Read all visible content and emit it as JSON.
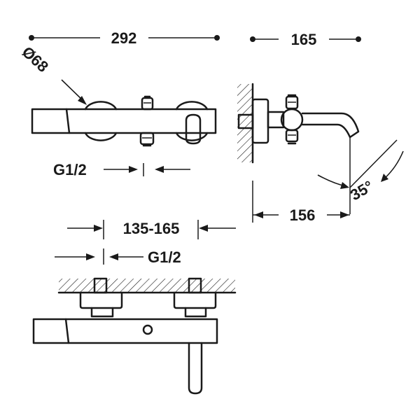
{
  "dimensions": {
    "overall_width": "292",
    "handle_diameter": "Ø68",
    "depth": "165",
    "inlet_thread_front": "G1/2",
    "spout_projection": "156",
    "spout_angle": "35°",
    "inlet_centers": "135-165",
    "inlet_thread_top": "G1/2"
  },
  "colors": {
    "line": "#1a1a1a",
    "background": "#ffffff"
  }
}
